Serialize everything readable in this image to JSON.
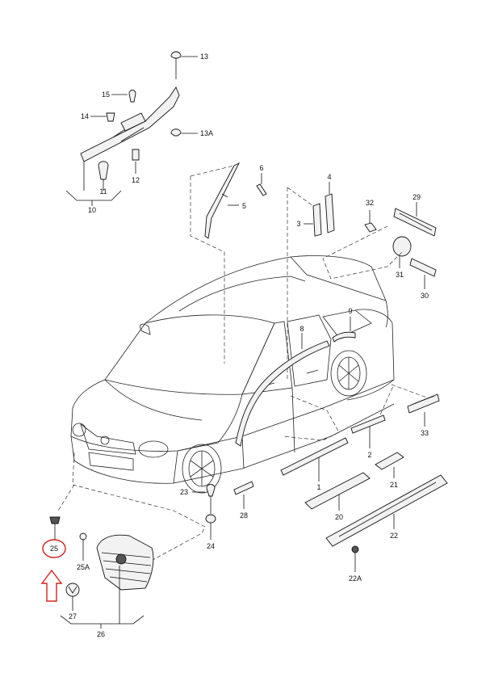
{
  "labels": {
    "p1": "1",
    "p2": "2",
    "p3": "3",
    "p4": "4",
    "p5": "5",
    "p6": "6",
    "p8": "8",
    "p9": "9",
    "p10": "10",
    "p11": "11",
    "p12": "12",
    "p13": "13",
    "p13a": "13A",
    "p14": "14",
    "p15": "15",
    "p20": "20",
    "p21": "21",
    "p22": "22",
    "p22a": "22A",
    "p23": "23",
    "p24": "24",
    "p25": "25",
    "p25a": "25A",
    "p26": "26",
    "p27": "27",
    "p28": "28",
    "p29": "29",
    "p30": "30",
    "p31": "31",
    "p32": "32",
    "p33": "33"
  },
  "colors": {
    "highlight": "#d42020",
    "ink": "#111111"
  },
  "highlight": {
    "part": "25",
    "marker": "circle",
    "pointer": "up-arrow"
  }
}
